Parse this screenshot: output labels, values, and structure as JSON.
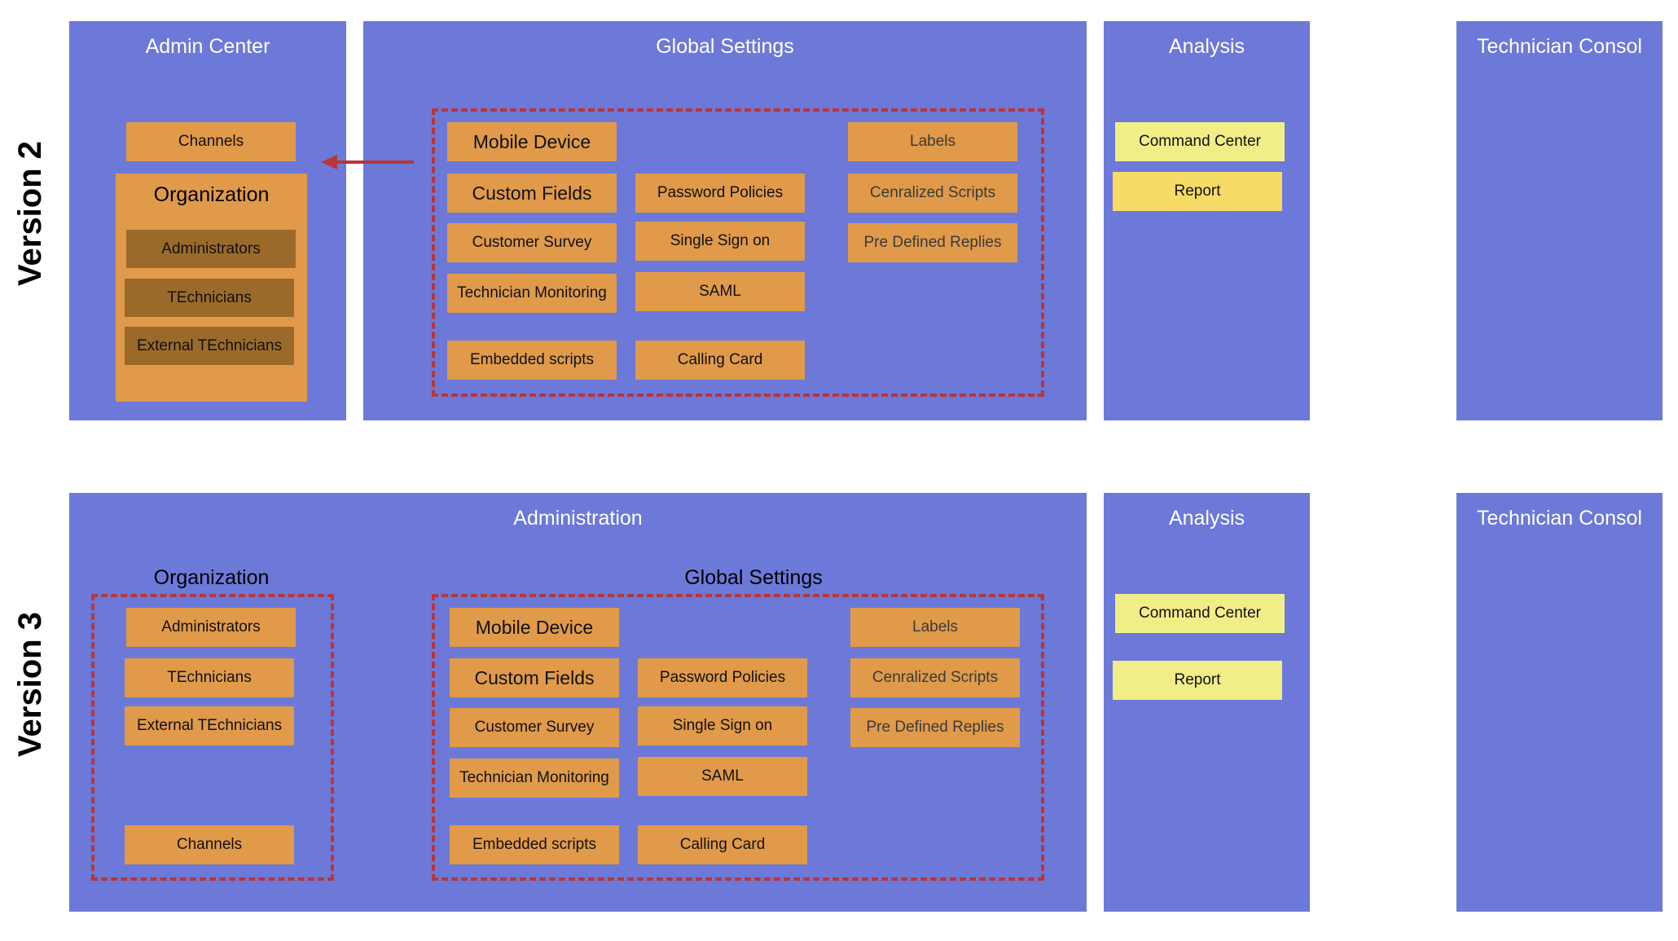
{
  "colors": {
    "panel": "#6c79d8",
    "box": "#e09a4a",
    "box_dark": "#9b6a2a",
    "highlight": "#f1ee88",
    "highlight_alt": "#f6dc66",
    "dash": "#b8363a",
    "arrow": "#b8363a"
  },
  "v2": {
    "label": "Version 2",
    "admin": {
      "title": "Admin Center",
      "channels": "Channels",
      "organization": {
        "title": "Organization",
        "items": [
          "Administrators",
          "TEchnicians",
          "External TEchnicians"
        ]
      }
    },
    "global": {
      "title": "Global Settings",
      "col1": [
        "Mobile Device",
        "Custom Fields",
        "Customer Survey",
        "Technician Monitoring",
        "Embedded scripts"
      ],
      "col2": [
        "Password Policies",
        "Single Sign on",
        "SAML",
        "Calling Card"
      ],
      "col3": [
        "Labels",
        "Cenralized Scripts",
        "Pre Defined Replies"
      ]
    },
    "analysis": {
      "title": "Analysis",
      "items": [
        "Command Center",
        "Report"
      ]
    },
    "technician": {
      "title": "Technician Consol"
    }
  },
  "v3": {
    "label": "Version 3",
    "administration": {
      "title": "Administration",
      "organization": {
        "title": "Organization",
        "items": [
          "Administrators",
          "TEchnicians",
          "External TEchnicians"
        ],
        "channels": "Channels"
      },
      "global": {
        "title": "Global Settings",
        "col1": [
          "Mobile Device",
          "Custom Fields",
          "Customer Survey",
          "Technician Monitoring",
          "Embedded scripts"
        ],
        "col2": [
          "Password Policies",
          "Single Sign on",
          "SAML",
          "Calling Card"
        ],
        "col3": [
          "Labels",
          "Cenralized Scripts",
          "Pre Defined Replies"
        ]
      }
    },
    "analysis": {
      "title": "Analysis",
      "items": [
        "Command Center",
        "Report"
      ]
    },
    "technician": {
      "title": "Technician Consol"
    }
  }
}
